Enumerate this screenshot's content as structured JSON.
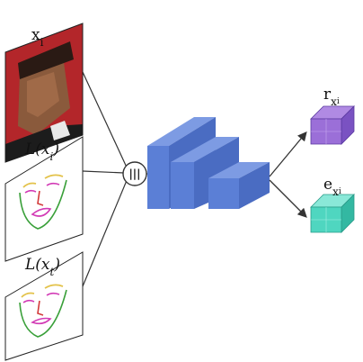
{
  "labels": {
    "input_image": "x",
    "input_image_sub": "i",
    "landmark_i": "L(x",
    "landmark_i_sub": "i",
    "landmark_i_close": ")",
    "landmark_t": "L(x",
    "landmark_t_sub": "t",
    "landmark_t_close": ")",
    "concat_symbol": "|||",
    "output_r": "r",
    "output_r_sub1": "x",
    "output_r_sub2": "i",
    "output_e": "e",
    "output_e_sub1": "x",
    "output_e_sub2": "i"
  },
  "colors": {
    "network": "#5b7fd6",
    "network_side": "#4a6cc2",
    "network_top": "#7d9be3",
    "output_r": "#9b6fd8",
    "output_e": "#4fd6c0",
    "line": "#333333",
    "eyebrow": "#e3c24a",
    "eye": "#d23ab5",
    "contour": "#3aa03a",
    "mouth": "#d23ab5",
    "nose": "#d23a3a",
    "photo_bg": "#b3262a"
  }
}
